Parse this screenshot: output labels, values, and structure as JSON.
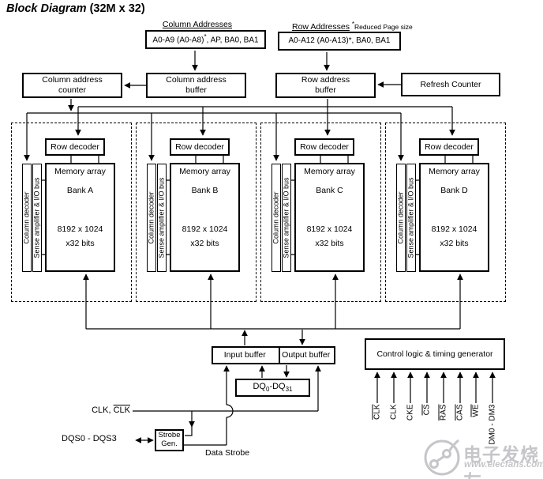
{
  "title": {
    "italic": "Block Diagram",
    "rest": " (32M x 32)"
  },
  "top": {
    "column_addresses_label": "Column Addresses",
    "column_addresses_box": {
      "main": "A0-A9 (A0-A8)",
      "sup": "*",
      "rest": ", AP, BA0, BA1"
    },
    "row_addresses_label": "Row Addresses",
    "row_addresses_note": {
      "sup": "*",
      "text": "Reduced Page size"
    },
    "row_addresses_box": "A0-A12 (A0-A13)*, BA0, BA1"
  },
  "blocks": {
    "column_address_counter": "Column address counter",
    "column_address_buffer": "Column address buffer",
    "row_address_buffer": "Row address buffer",
    "refresh_counter": "Refresh Counter",
    "input_buffer": "Input buffer",
    "output_buffer": "Output buffer",
    "dq": {
      "p1": "DQ",
      "s1": "0",
      "p2": "-DQ",
      "s2": "31"
    },
    "control_logic": "Control logic & timing generator",
    "strobe_gen": {
      "line1": "Strobe",
      "line2": "Gen."
    }
  },
  "bank_common": {
    "row_decoder": "Row decoder",
    "memory_array": "Memory array",
    "size": "8192 x 1024",
    "bits": "x32 bits",
    "column_decoder": "Column decoder",
    "sense_amp": "Sense amplifier & I/O bus"
  },
  "banks": [
    {
      "name": "Bank A"
    },
    {
      "name": "Bank B"
    },
    {
      "name": "Bank C"
    },
    {
      "name": "Bank D"
    }
  ],
  "signals": [
    {
      "label": "CLK",
      "overline": true
    },
    {
      "label": "CLK",
      "overline": false
    },
    {
      "label": "CKE",
      "overline": false
    },
    {
      "label": "CS",
      "overline": true
    },
    {
      "label": "RAS",
      "overline": true
    },
    {
      "label": "CAS",
      "overline": true
    },
    {
      "label": "WE",
      "overline": true
    },
    {
      "label": "DM0 - DM3",
      "overline": false
    }
  ],
  "bottom": {
    "clk_label": {
      "pre": "CLK, ",
      "bar": "CLK"
    },
    "dqs_label": "DQS0 - DQS3",
    "data_strobe": "Data Strobe"
  },
  "watermark": {
    "cn": "电子发烧友",
    "url": "www.elecfans.com"
  }
}
